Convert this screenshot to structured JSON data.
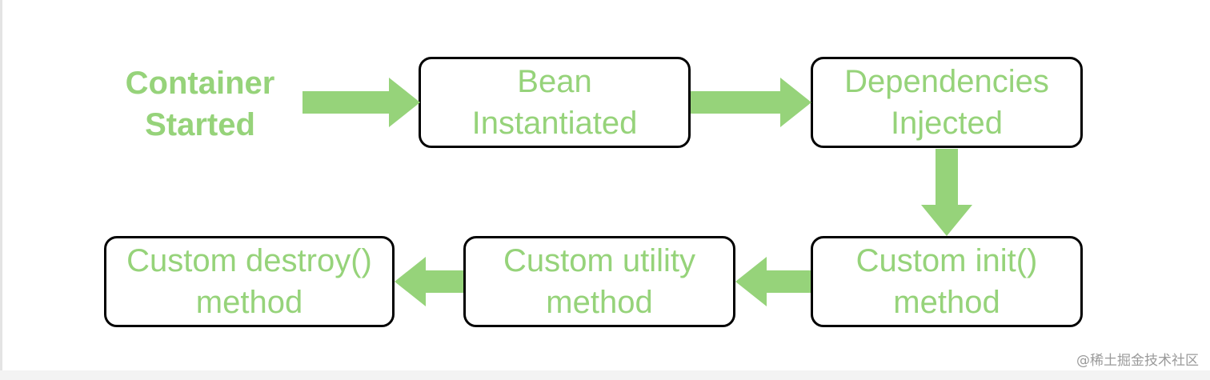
{
  "diagram": {
    "start_label": "Container\nStarted",
    "nodes": [
      {
        "id": "bean-instantiated",
        "label": "Bean\nInstantiated"
      },
      {
        "id": "dependencies-injected",
        "label": "Dependencies\nInjected"
      },
      {
        "id": "custom-init-method",
        "label": "Custom init()\nmethod"
      },
      {
        "id": "custom-utility-method",
        "label": "Custom utility\nmethod"
      },
      {
        "id": "custom-destroy-method",
        "label": "Custom destroy()\nmethod"
      }
    ],
    "flow": [
      "Container Started",
      "Bean Instantiated",
      "Dependencies Injected",
      "Custom init() method",
      "Custom utility method",
      "Custom destroy() method"
    ]
  },
  "colors": {
    "accent_green": "#96d37a",
    "border": "#000000",
    "background": "#ffffff"
  },
  "watermark": "@稀土掘金技术社区"
}
